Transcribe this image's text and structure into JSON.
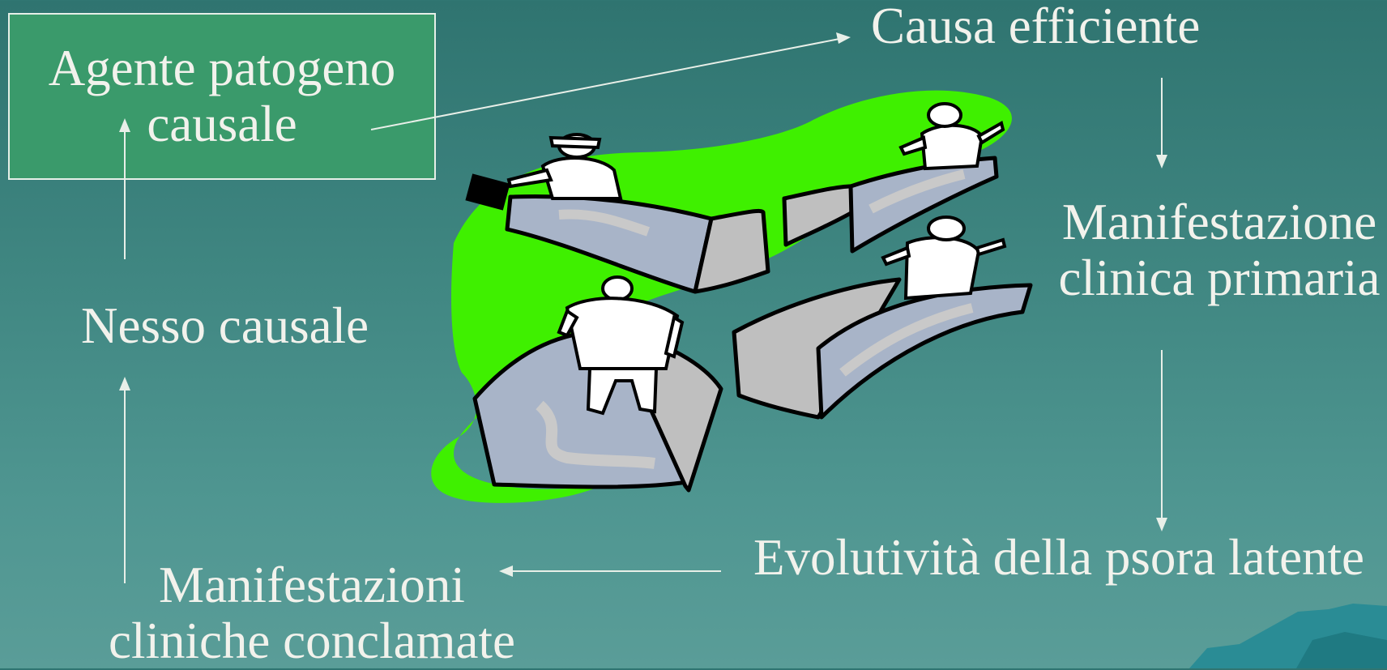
{
  "nodes": {
    "agent": {
      "line1": "Agente patogeno",
      "line2": "causale"
    },
    "causa": "Causa efficiente",
    "manifestazione_primaria": {
      "line1": "Manifestazione",
      "line2": "clinica primaria"
    },
    "evolutivita": "Evolutività della psora latente",
    "manifestazioni_conclamate": {
      "line1": "Manifestazioni",
      "line2": "cliniche conclamate"
    },
    "nesso": "Nesso causale"
  },
  "colors": {
    "background": "#3f8681",
    "box_fill": "#3a9a6b",
    "text": "#f2f2ec",
    "arrow": "#e8efe8",
    "clipart_green": "#3ff000",
    "road": "#a8b4c8",
    "road_side": "#bfbfbf"
  },
  "illustration": "people-walking-on-diverging-roads"
}
